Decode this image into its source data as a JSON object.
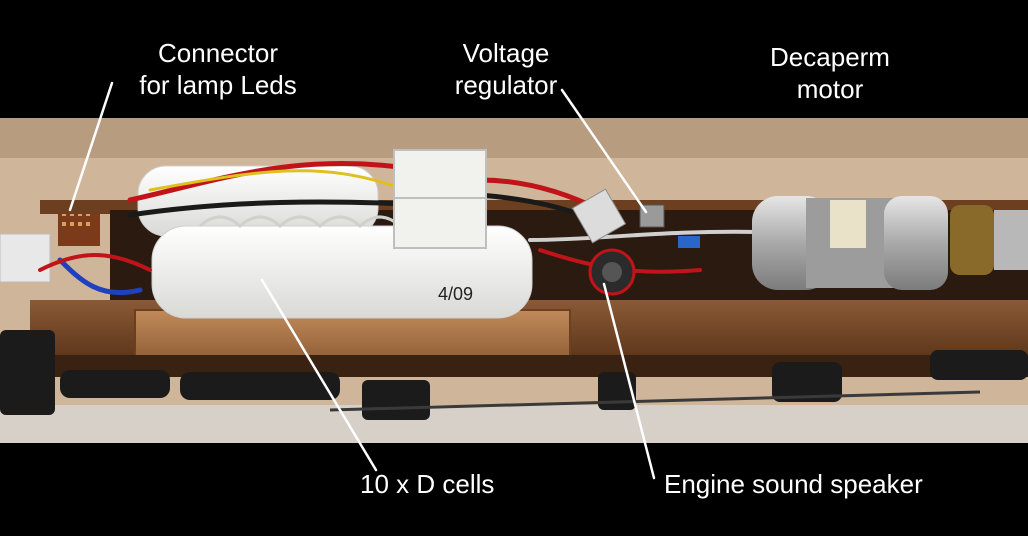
{
  "labels": {
    "connector": {
      "line1": "Connector",
      "line2": "for lamp Leds"
    },
    "voltage_regulator": {
      "line1": "Voltage",
      "line2": "regulator"
    },
    "motor": {
      "line1": "Decaperm",
      "line2": "motor"
    },
    "cells": "10 x D cells",
    "speaker": "Engine sound speaker",
    "battery_marking": "4/09"
  },
  "colors": {
    "background": "#000000",
    "label_text": "#ffffff",
    "wood": "#7a4a2a",
    "battery": "#f2f2f0",
    "motor_can": "#c8c8c8"
  }
}
